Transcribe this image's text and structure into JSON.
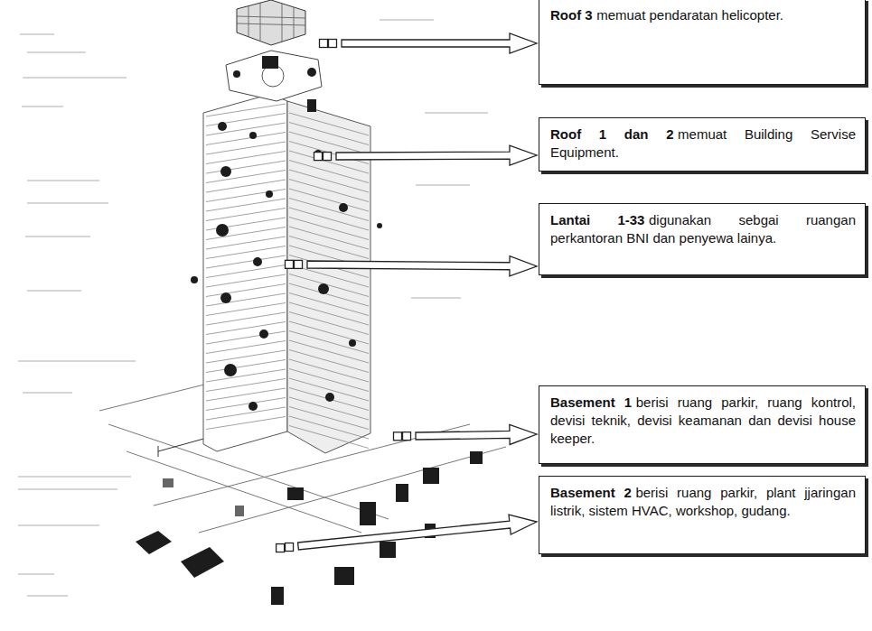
{
  "diagram": {
    "nodes": [
      {
        "text": [
          "Roof 3",
          "memuat pendaratan helicopter."
        ]
      },
      {
        "text": [
          "Roof 1 dan 2",
          "memuat Building Servise Equipment."
        ]
      },
      {
        "text": [
          "Lantai 1-33",
          "digunakan sebgai ruangan perkantoran BNI dan penyewa lainya."
        ]
      },
      {
        "text": [
          "Basement 1",
          "berisi ruang parkir, ruang kontrol, devisi teknik, devisi keamanan dan devisi house keeper."
        ]
      },
      {
        "text": [
          "Basement 2",
          "berisi ruang parkir, plant jjaringan listrik, sistem HVAC, workshop, gudang."
        ]
      }
    ]
  }
}
